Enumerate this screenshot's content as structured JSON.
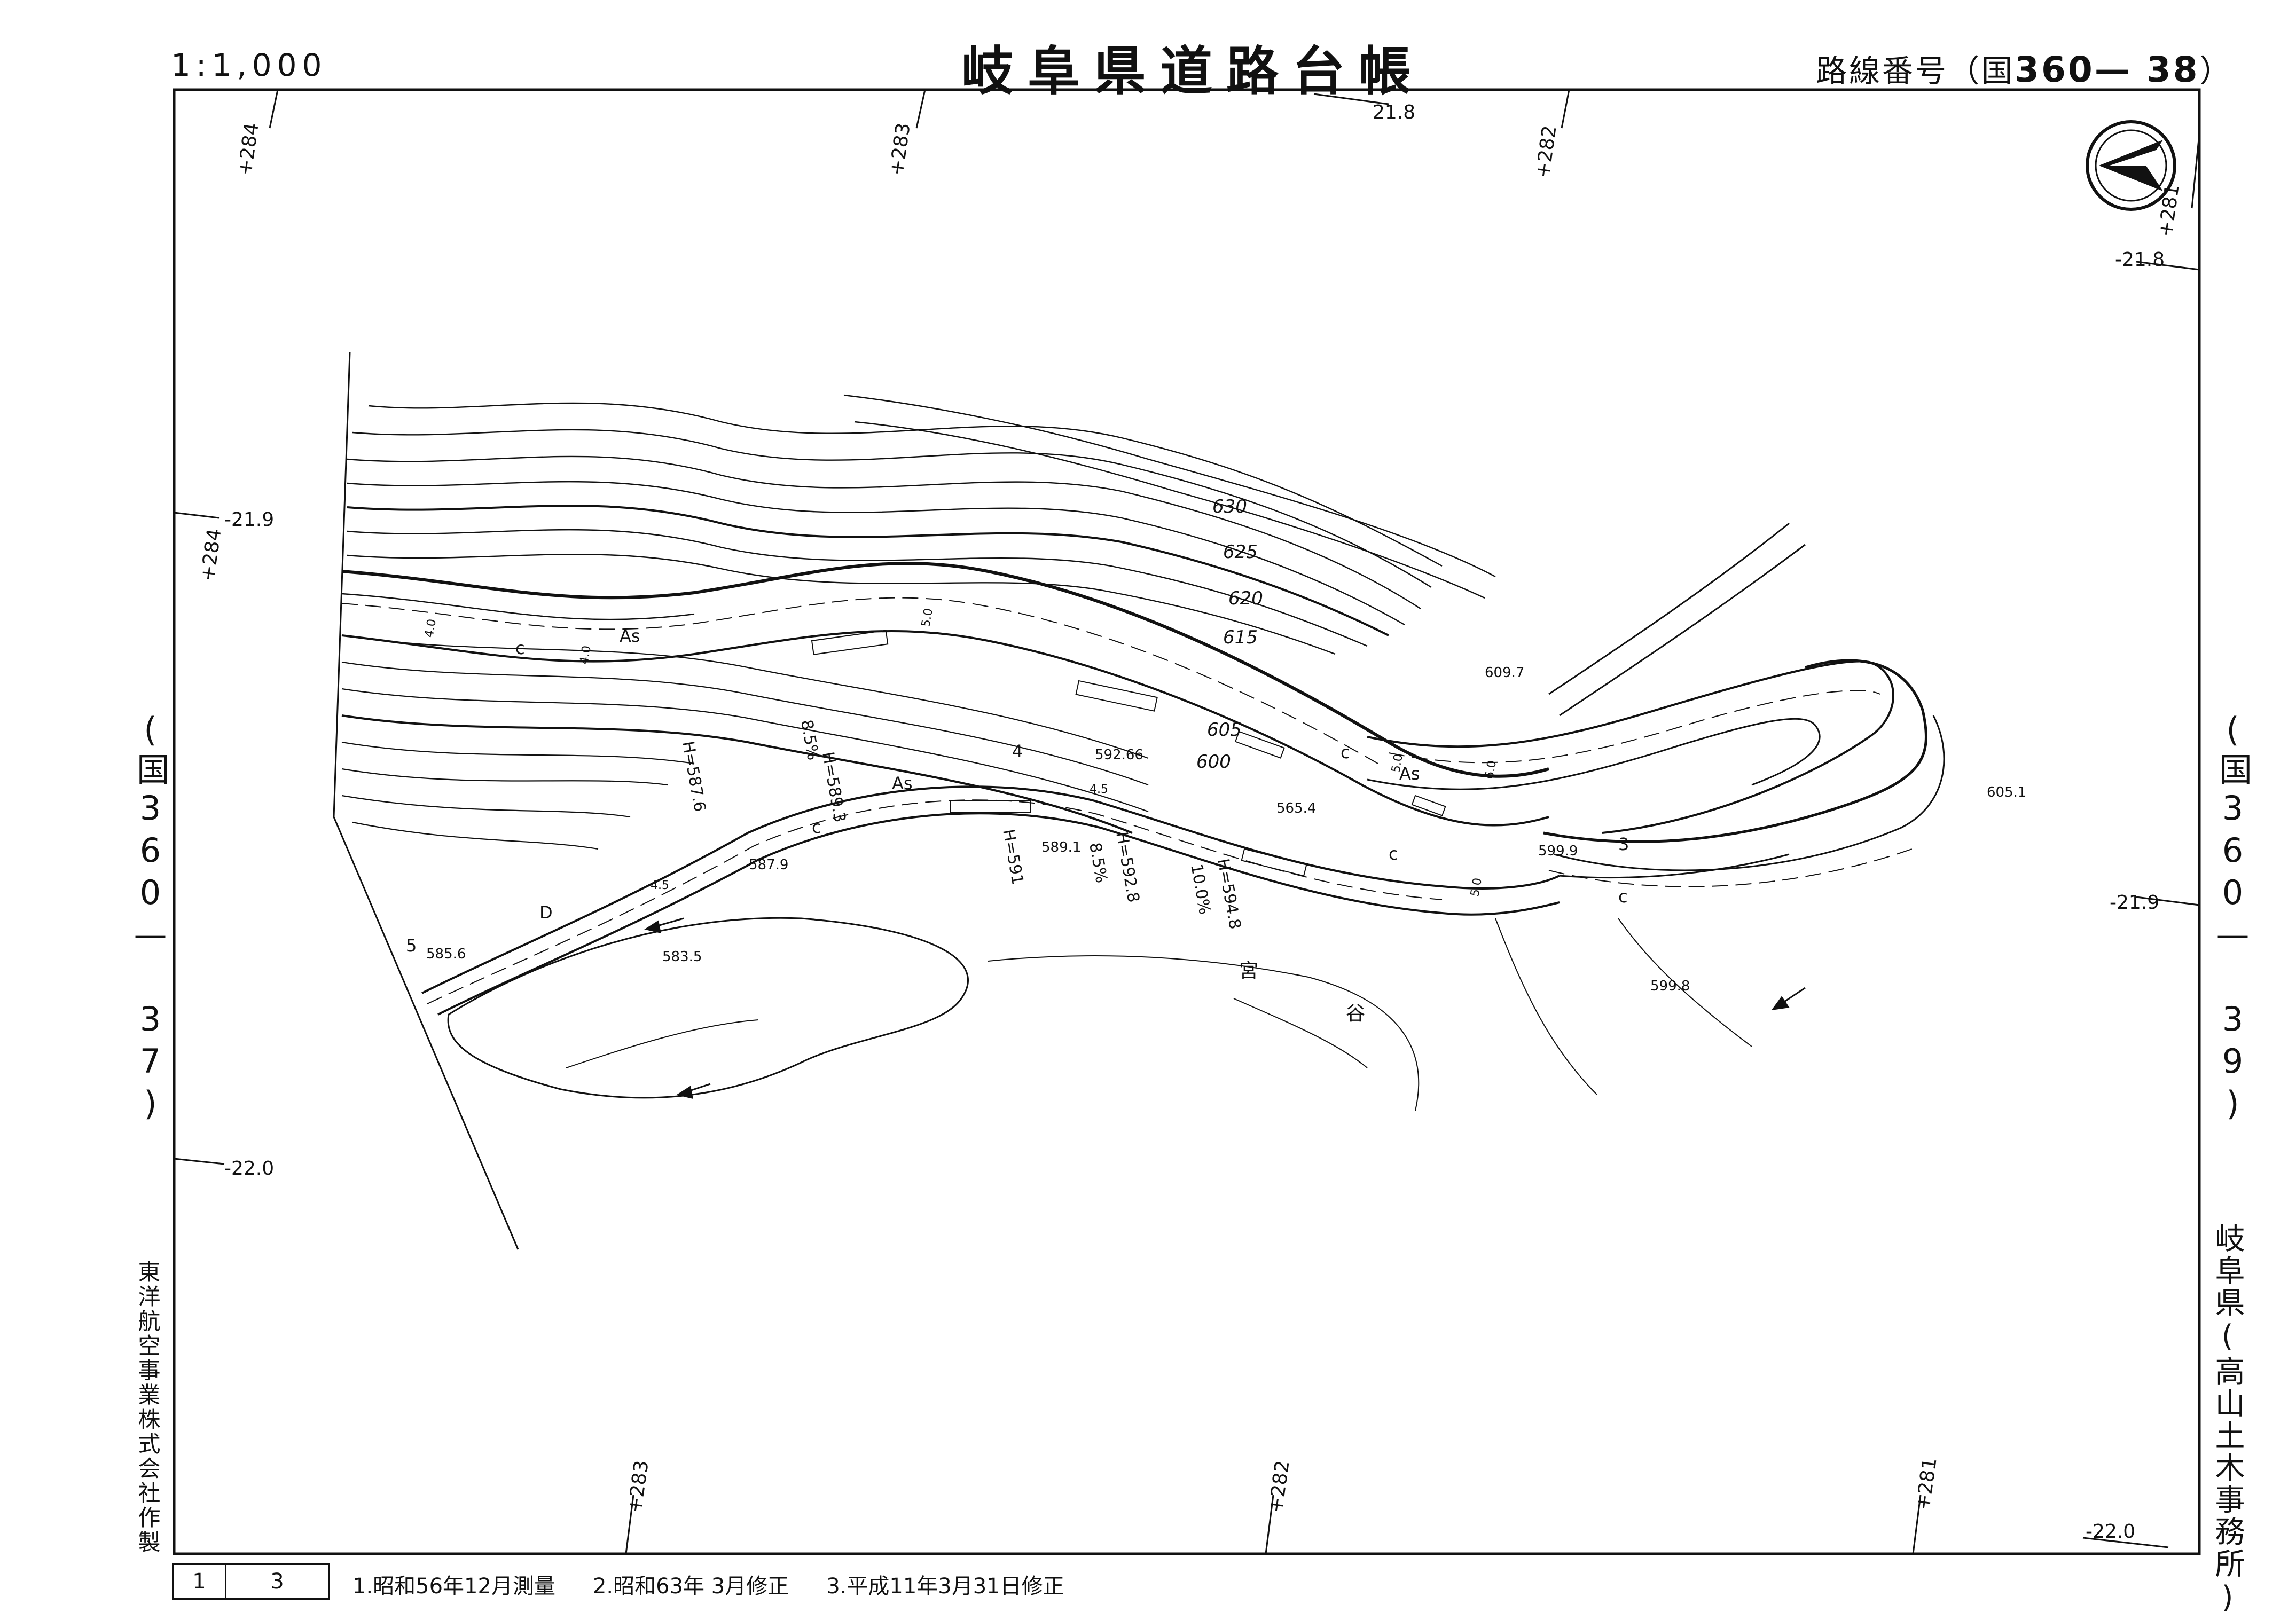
{
  "header": {
    "scale": "1:1,000",
    "title": "岐阜県道路台帳",
    "route_prefix": "路線番号（国",
    "route_number": "360— 38",
    "route_suffix": "）"
  },
  "side": {
    "left_sheet": "(国360— 37)",
    "right_sheet": "(国360— 39)",
    "maker": "東洋航空事業株式会社作製",
    "office": "岐阜県(高山土木事務所)"
  },
  "footer": {
    "sheet_no": "1",
    "sheet_total": "3",
    "notes": [
      "1.昭和56年12月測量",
      "2.昭和63年 3月修正",
      "3.平成11年3月31日修正"
    ]
  },
  "grid_labels": {
    "top_284": "+284",
    "top_283": "+283",
    "top_218": "21.8",
    "top_282": "+282",
    "right_281": "+281",
    "right_218": "-21.8",
    "right_219": "-21.9",
    "left_284": "+284",
    "left_219": "-21.9",
    "left_220": "-22.0",
    "bot_283": "+283",
    "bot_282": "+282",
    "bot_281": "+281",
    "bot_220": "-22.0"
  },
  "contours": {
    "c630": "630",
    "c625": "625",
    "c620": "620",
    "c615": "615",
    "c605": "605",
    "c600": "600"
  },
  "spot_heights": {
    "s6097": "609.7",
    "s59266": "592.66",
    "s5654": "565.4",
    "s5999": "599.9",
    "s6051": "605.1",
    "s5891": "589.1",
    "s5879": "587.9",
    "s5856": "585.6",
    "s5835": "583.5",
    "s5998": "599.8"
  },
  "road_labels": {
    "as1": "As",
    "as2": "As",
    "as3": "As",
    "c1": "c",
    "c2": "c",
    "c3": "c",
    "c4": "c",
    "c5": "c",
    "w40a": "4.0",
    "w40b": "4.0",
    "w50a": "5.0",
    "w50b": "5.0",
    "w60": "6.0",
    "w45a": "4.5",
    "w45b": "4.5",
    "w50c": "5.0",
    "n3": "3",
    "n4": "4",
    "n5": "5",
    "nD": "D"
  },
  "heights": {
    "h5893": "H=589.3",
    "p85a": "8.5%",
    "h5876": "H=587.6",
    "h591": "H=591",
    "h5928": "H=592.8",
    "p85b": "8.5%",
    "p100": "10.0%",
    "h5948": "H=594.8"
  },
  "place": {
    "miya": "宮",
    "tani": "谷"
  }
}
